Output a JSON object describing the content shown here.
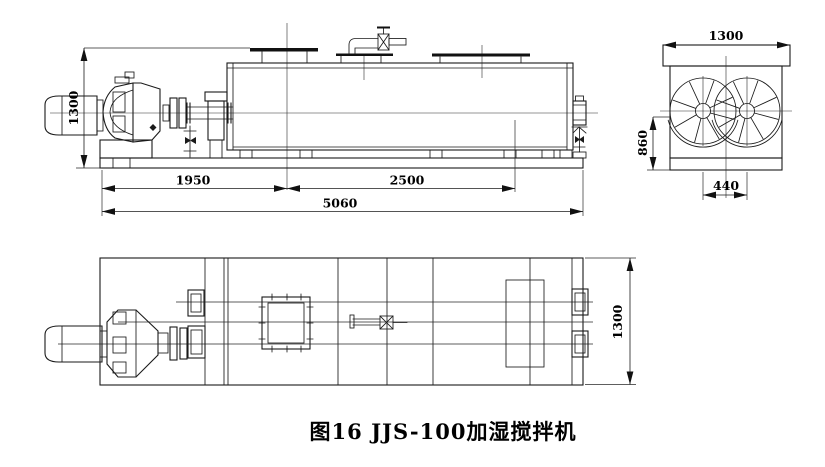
{
  "figure": {
    "caption": "图16  JJS-100加湿搅拌机"
  },
  "style": {
    "background": "#ffffff",
    "ink": "#1a1a1a"
  },
  "side_view": {
    "height": "1300",
    "span_left": "1950",
    "span_right": "2500",
    "total_length": "5060"
  },
  "end_view": {
    "width": "1300",
    "height": "860",
    "shaft_spacing": "440"
  },
  "plan_view": {
    "width": "1300"
  }
}
